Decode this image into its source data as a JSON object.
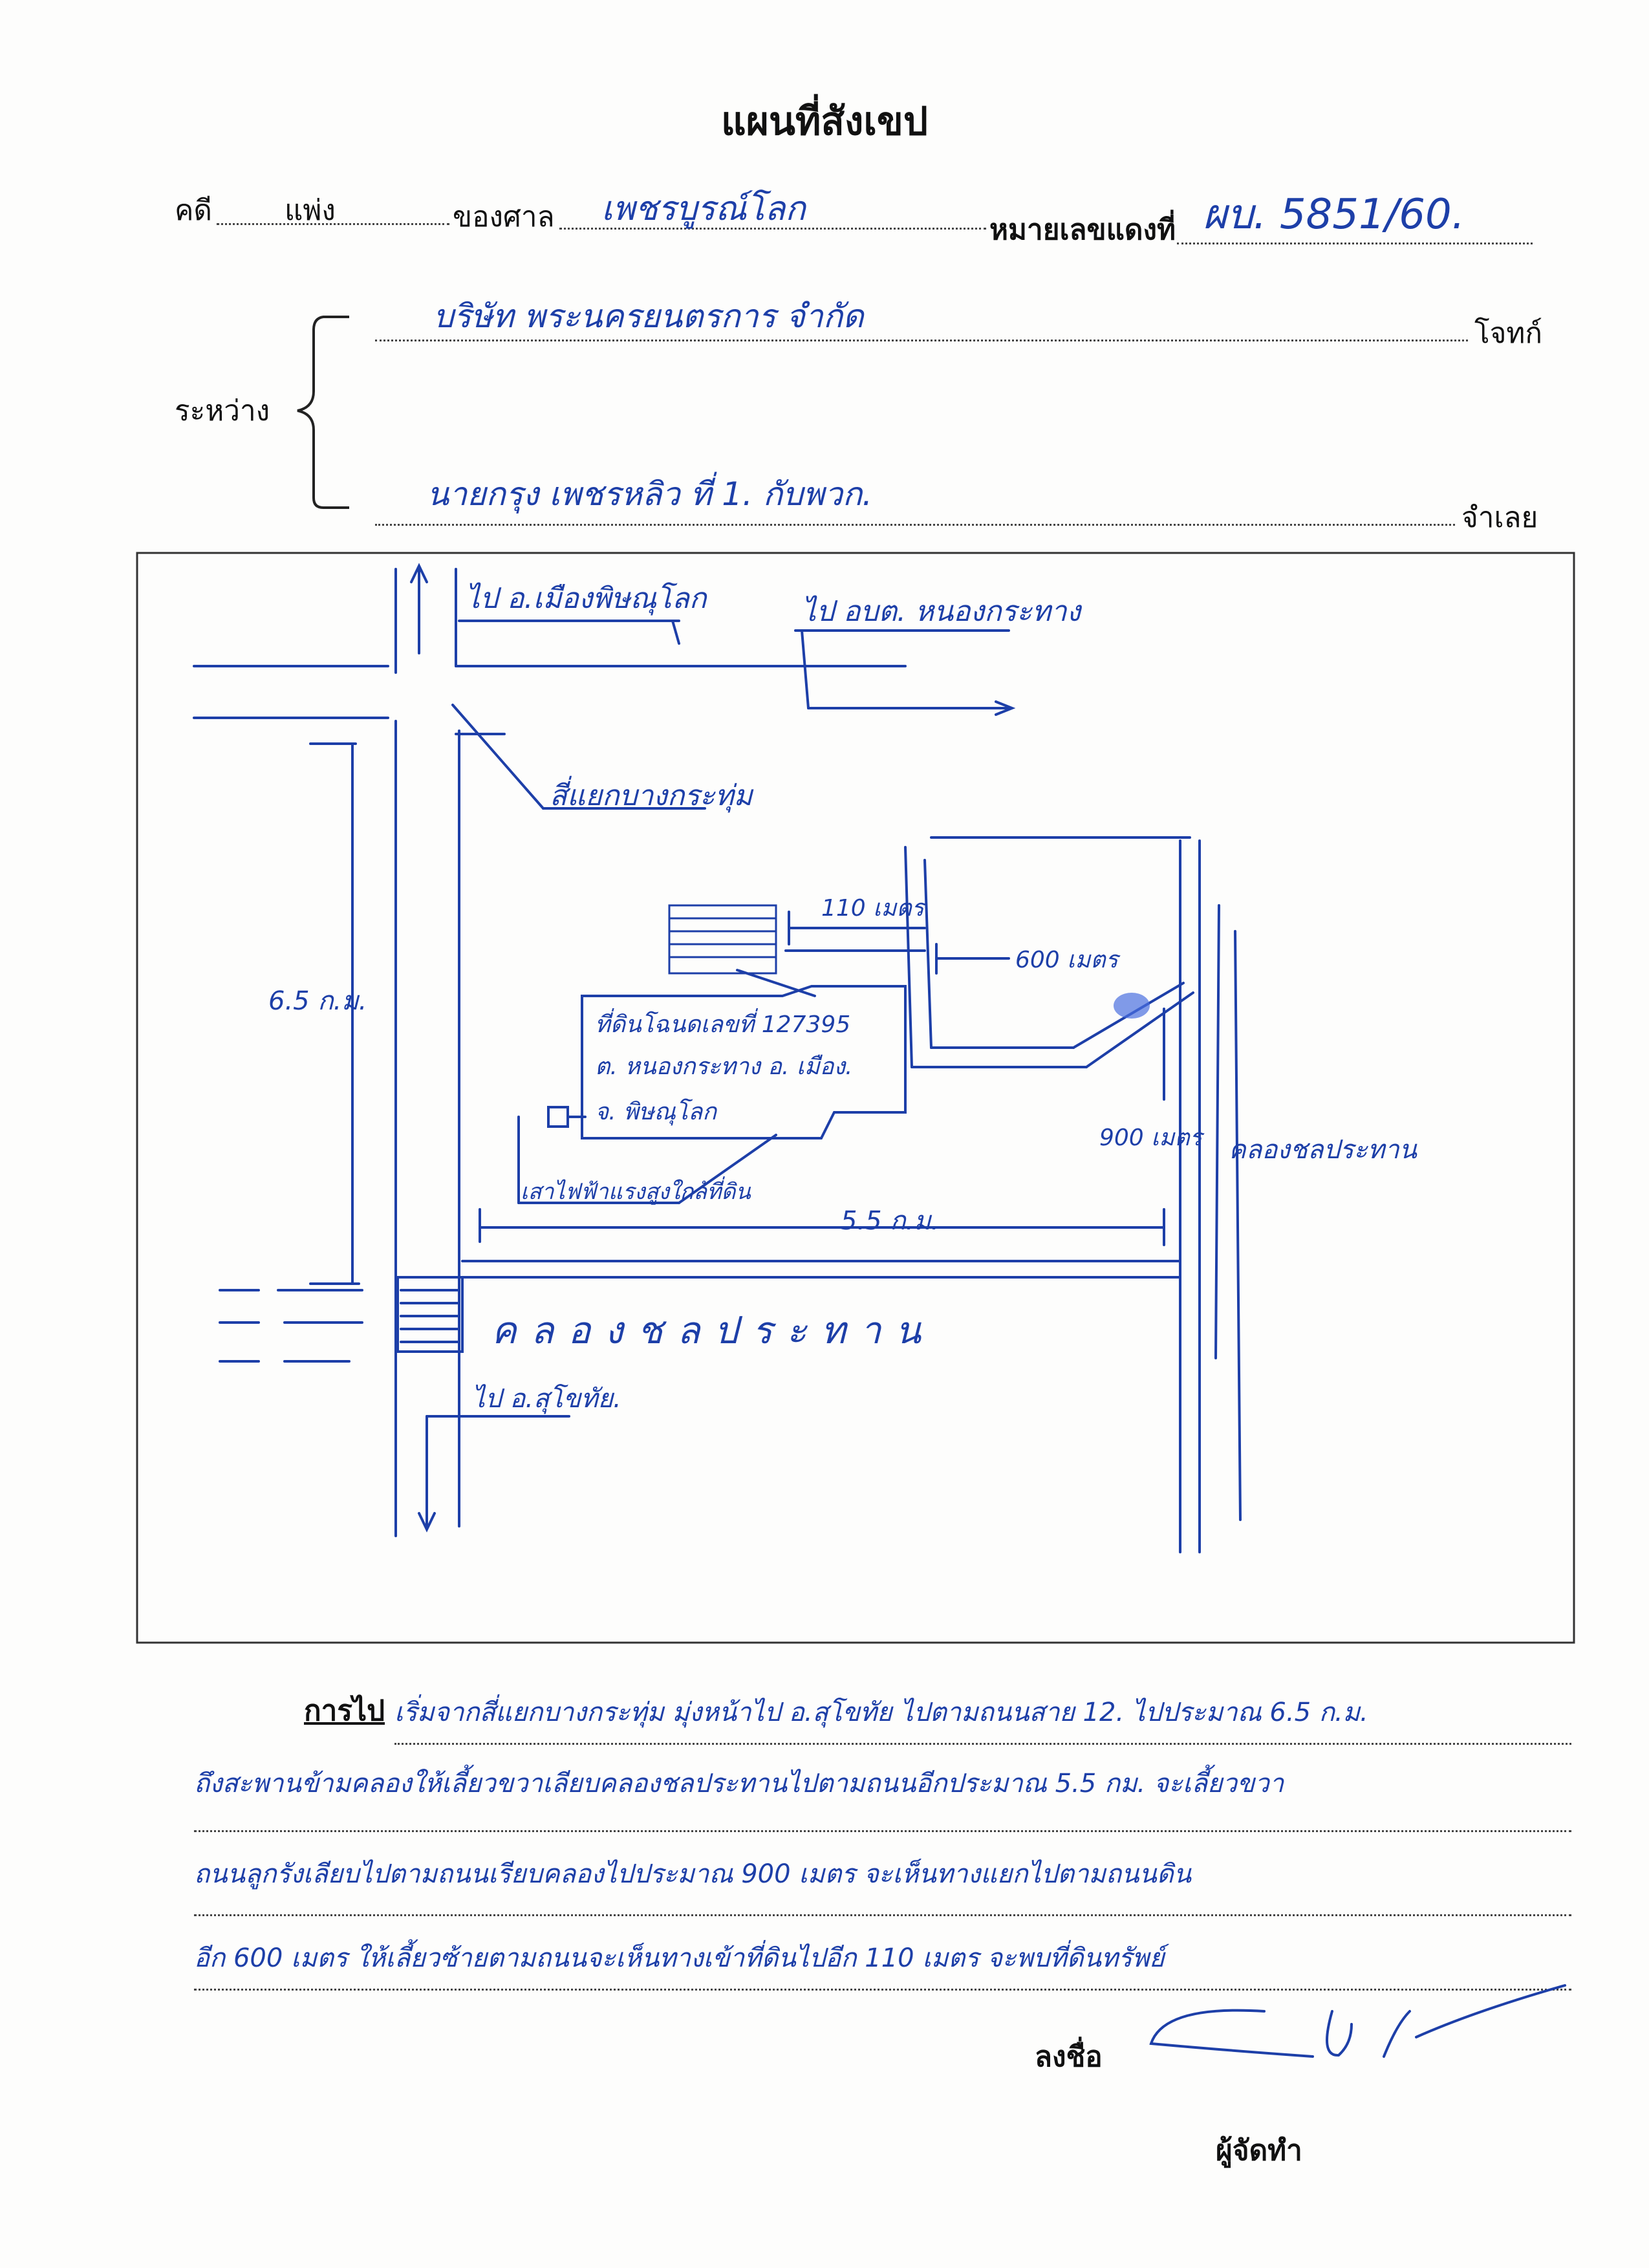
{
  "title": "แผนที่สังเขป",
  "header": {
    "case_label": "คดี",
    "case_type": "แพ่ง",
    "court_label": "ของศาล",
    "court_name": "เพชรบูรณ์โลก",
    "red_number_label": "หมายเลขแดงที่",
    "red_number": "ผบ. 5851/60."
  },
  "parties": {
    "between_label": "ระหว่าง",
    "plaintiff_label": "โจทก์",
    "plaintiff_name": "บริษัท พระนครยนตรการ จำกัด",
    "defendant_label": "จำเลย",
    "defendant_name": "นายกรุง เพชรหลิว ที่ 1. กับพวก."
  },
  "map_labels": {
    "to_district_north": "ไป อ.เมืองพิษณุโลก",
    "to_tambon": "ไป อบต. หนองกระทาง",
    "to_junction": "สี่แยกบางกระทุ่ม",
    "distance_left": "6.5 ก.ม.",
    "distance_110": "110 เมตร",
    "distance_600": "600 เมตร",
    "distance_900": "900 เมตร",
    "distance_bottom": "5.5 ก.ม.",
    "house_label_line1": "ที่ดินโฉนดเลขที่ 127395",
    "house_label_line2": "ต. หนองกระทาง อ. เมือง.",
    "house_label_line3": "จ. พิษณุโลก",
    "pole_label": "เสาไฟฟ้าแรงสูงใกล้ที่ดิน",
    "canal_right": "คลองชลประทาน",
    "canal_main": "คลองชลประทาน",
    "to_district_south": "ไป อ.สุโขทัย."
  },
  "directions": {
    "label": "การไป",
    "line1": "เริ่มจากสี่แยกบางกระทุ่ม มุ่งหน้าไป อ.สุโขทัย ไปตามถนนสาย 12. ไปประมาณ 6.5 ก.ม.",
    "line2": "ถึงสะพานข้ามคลองให้เลี้ยวขวาเลียบคลองชลประทานไปตามถนนอีกประมาณ 5.5 กม. จะเลี้ยวขวา",
    "line3": "ถนนลูกรังเลียบไปตามถนนเรียบคลองไปประมาณ 900 เมตร จะเห็นทางแยกไปตามถนนดิน",
    "line4": "อีก 600 เมตร ให้เลี้ยวซ้ายตามถนนจะเห็นทางเข้าที่ดินไปอีก 110 เมตร จะพบที่ดินทรัพย์"
  },
  "signature": {
    "label": "ลงชื่อ",
    "role": "ผู้จัดทำ"
  },
  "colors": {
    "ink_blue": "#1d3fa8",
    "print_black": "#111111",
    "paper": "#fdfdfc"
  }
}
